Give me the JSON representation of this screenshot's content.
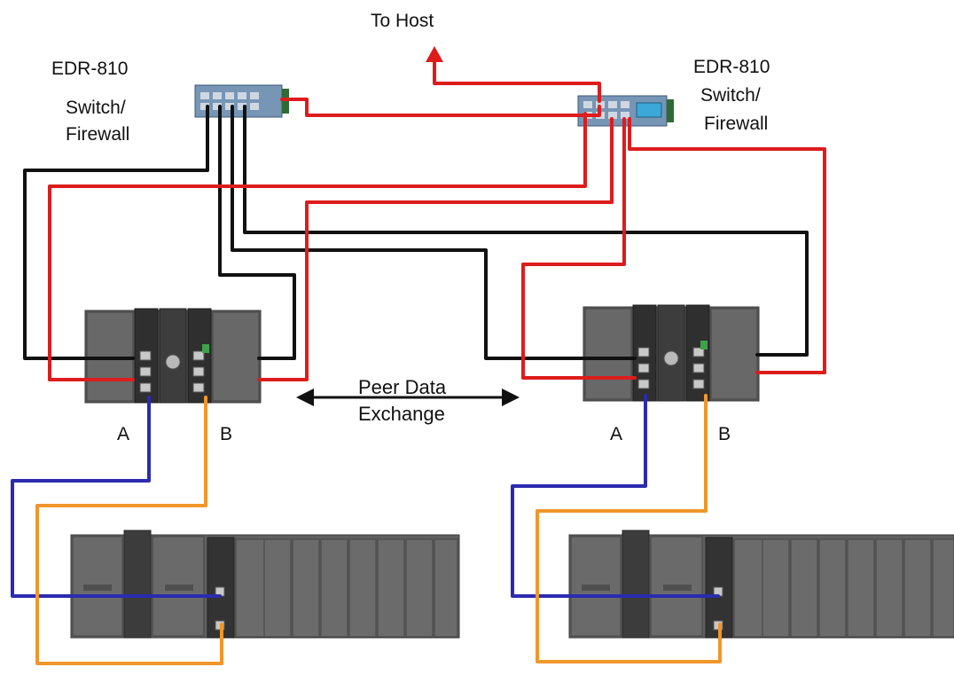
{
  "labels": {
    "to_host": "To Host",
    "left_switch_model": "EDR-810",
    "left_switch_role_1": "Switch/",
    "left_switch_role_2": "Firewall",
    "right_switch_model": "EDR-810",
    "right_switch_role_1": "Switch/",
    "right_switch_role_2": "Firewall",
    "peer_1": "Peer Data",
    "peer_2": "Exchange",
    "left_a": "A",
    "left_b": "B",
    "right_a": "A",
    "right_b": "B"
  },
  "colors": {
    "black_network": "#111111",
    "red_network": "#dd1c1c",
    "blue_link": "#2b2bb0",
    "orange_link": "#f0962a",
    "chassis": "#5f5f5f",
    "switch_body": "#6f8fb0"
  }
}
